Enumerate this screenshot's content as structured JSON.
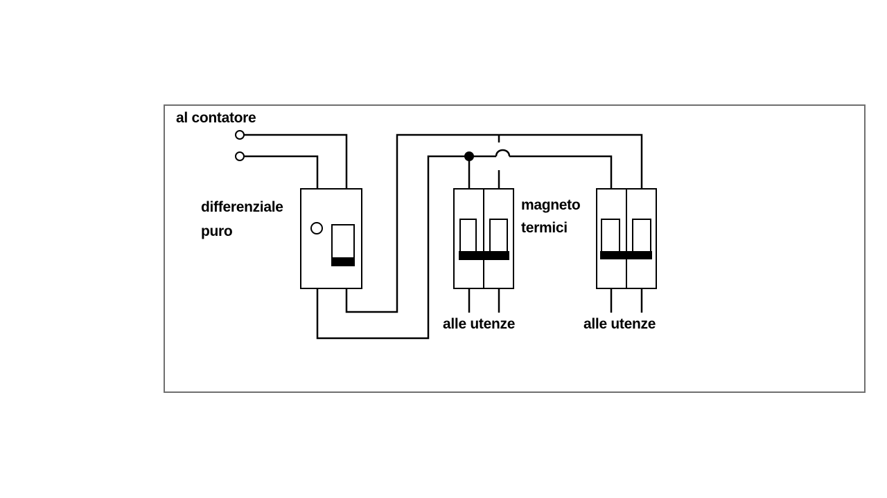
{
  "diagram": {
    "labels": {
      "supply": "al contatore",
      "rcd_line1": "differenziale",
      "rcd_line2": "puro",
      "mcb_line1": "magneto",
      "mcb_line2": "termici",
      "loads_left": "alle utenze",
      "loads_right": "alle utenze"
    },
    "colors": {
      "line": "#000000",
      "frame": "#6e6e6e",
      "background": "#ffffff"
    }
  }
}
